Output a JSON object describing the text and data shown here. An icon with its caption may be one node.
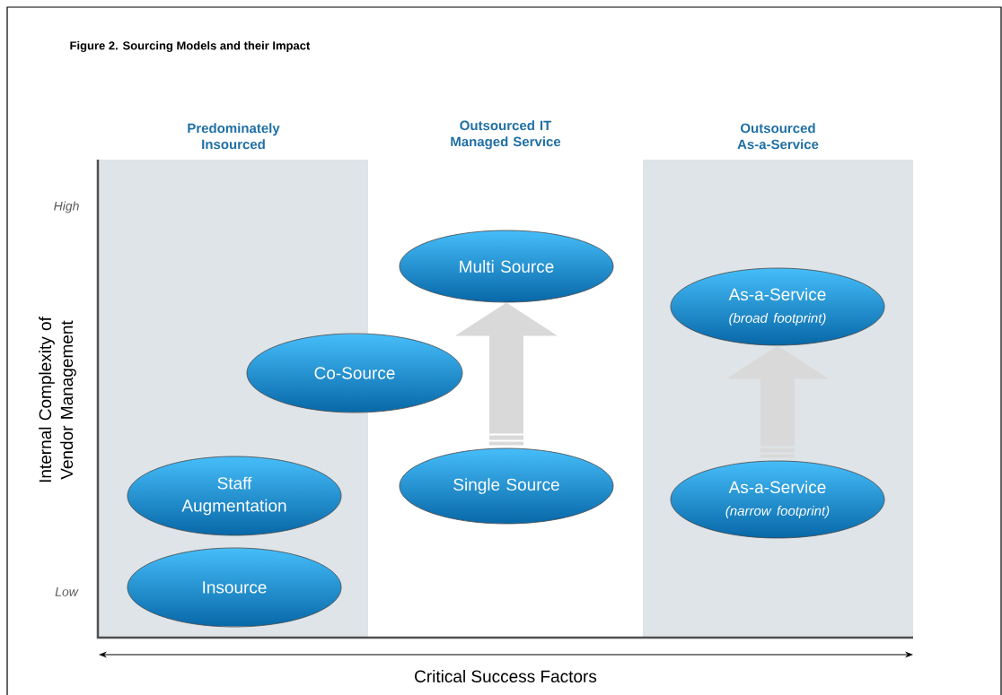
{
  "diagram": {
    "title": "Figure 2. Sourcing Models and their Impact",
    "nodes": [
      {
        "text": [
          "Predominately Insourced"
        ]
      },
      {
        "text": [
          "Outsourced IT Managed Service"
        ]
      },
      {
        "text": [
          "Outsourced As-a-Service"
        ]
      },
      {
        "text": [
          "Multi Source"
        ]
      },
      {
        "text": [
          "As-a-Service",
          "(broad footprint)"
        ],
        "in": 2
      },
      {
        "text": [
          "Co-Source"
        ]
      },
      {
        "text": [
          "Staff Augmentation"
        ],
        "in": 0
      },
      {
        "text": [
          "Single Source"
        ]
      },
      {
        "text": [
          "As-a-Service",
          "(narrow footprint)"
        ],
        "in": 2
      },
      {
        "text": [
          "Insource"
        ],
        "in": 0
      }
    ],
    "edges": [
      {
        "from": 7,
        "to": 3,
        "arrow": "to"
      },
      {
        "from": 8,
        "to": 4,
        "arrow": "to"
      }
    ],
    "labels": [
      "High",
      "Low",
      "Internal Complexity of Vendor Management",
      "Critical Success Factors"
    ]
  }
}
